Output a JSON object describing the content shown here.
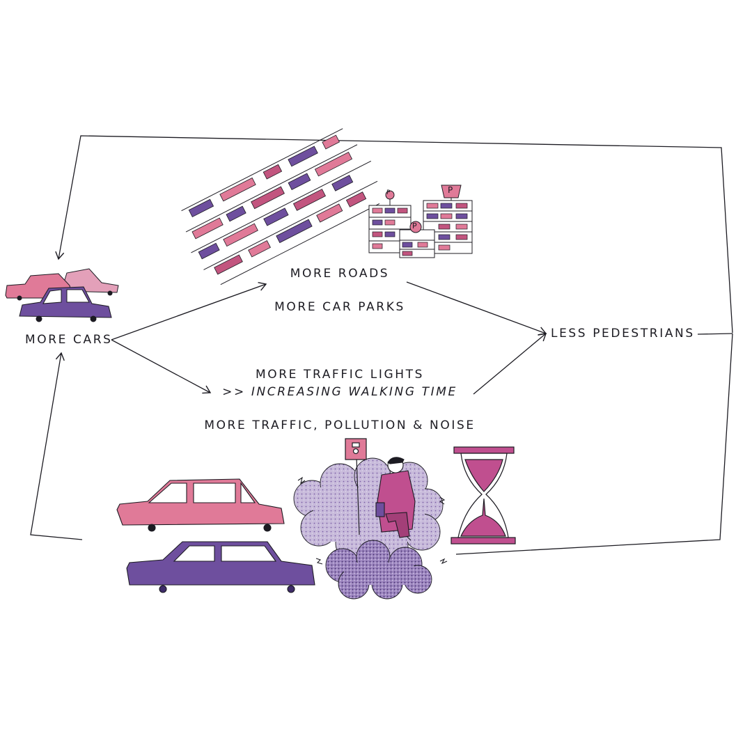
{
  "labels": {
    "more_cars": "MORE CARS",
    "more_roads": "MORE ROADS",
    "more_car_parks": "MORE CAR PARKS",
    "less_pedestrians": "LESS PEDESTRIANS",
    "more_traffic_lights": "MORE TRAFFIC LIGHTS",
    "increasing_walking_time": ">> INCREASING WALKING TIME",
    "more_traffic_pollution_noise": "MORE TRAFFIC, POLLUTION & NOISE"
  },
  "parking_signs": [
    "P",
    "P",
    "P"
  ],
  "colors": {
    "ink": "#1c1b22",
    "pink": "#e07a98",
    "pink_dark": "#c2557f",
    "purple": "#6e4f9e",
    "purple_dark": "#553a85",
    "smog": "#b9a8cf",
    "magenta": "#c04f8f"
  },
  "icons": [
    "road-cars-icon",
    "parking-garage-icon",
    "car-icon",
    "smog-cloud-icon",
    "traffic-light-icon",
    "pedestrian-icon",
    "hourglass-icon"
  ]
}
